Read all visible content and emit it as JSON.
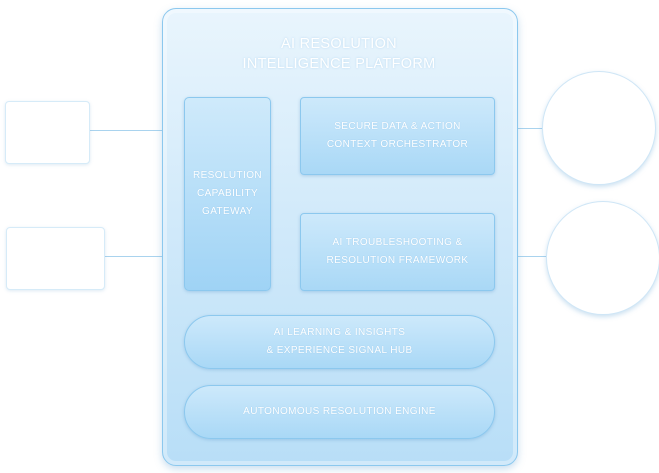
{
  "platform": {
    "title_line1": "AI RESOLUTION",
    "title_line2": "INTELLIGENCE PLATFORM"
  },
  "modules": {
    "gateway": {
      "line1": "RESOLUTION",
      "line2": "CAPABILITY",
      "line3": "GATEWAY"
    },
    "secure_data": {
      "line1": "SECURE DATA & ACTION",
      "line2": "CONTEXT ORCHESTRATOR"
    },
    "troubleshooting": {
      "line1": "AI TROUBLESHOOTING &",
      "line2": "RESOLUTION FRAMEWORK"
    },
    "learning": {
      "line1": "AI LEARNING & INSIGHTS",
      "line2": "& EXPERIENCE SIGNAL HUB"
    },
    "engine": {
      "line1": "AUTONOMOUS RESOLUTION ENGINE"
    }
  },
  "colors": {
    "accent": "#8cc8ee",
    "module_fill": "#a9d8f6",
    "text": "#ffffff"
  }
}
